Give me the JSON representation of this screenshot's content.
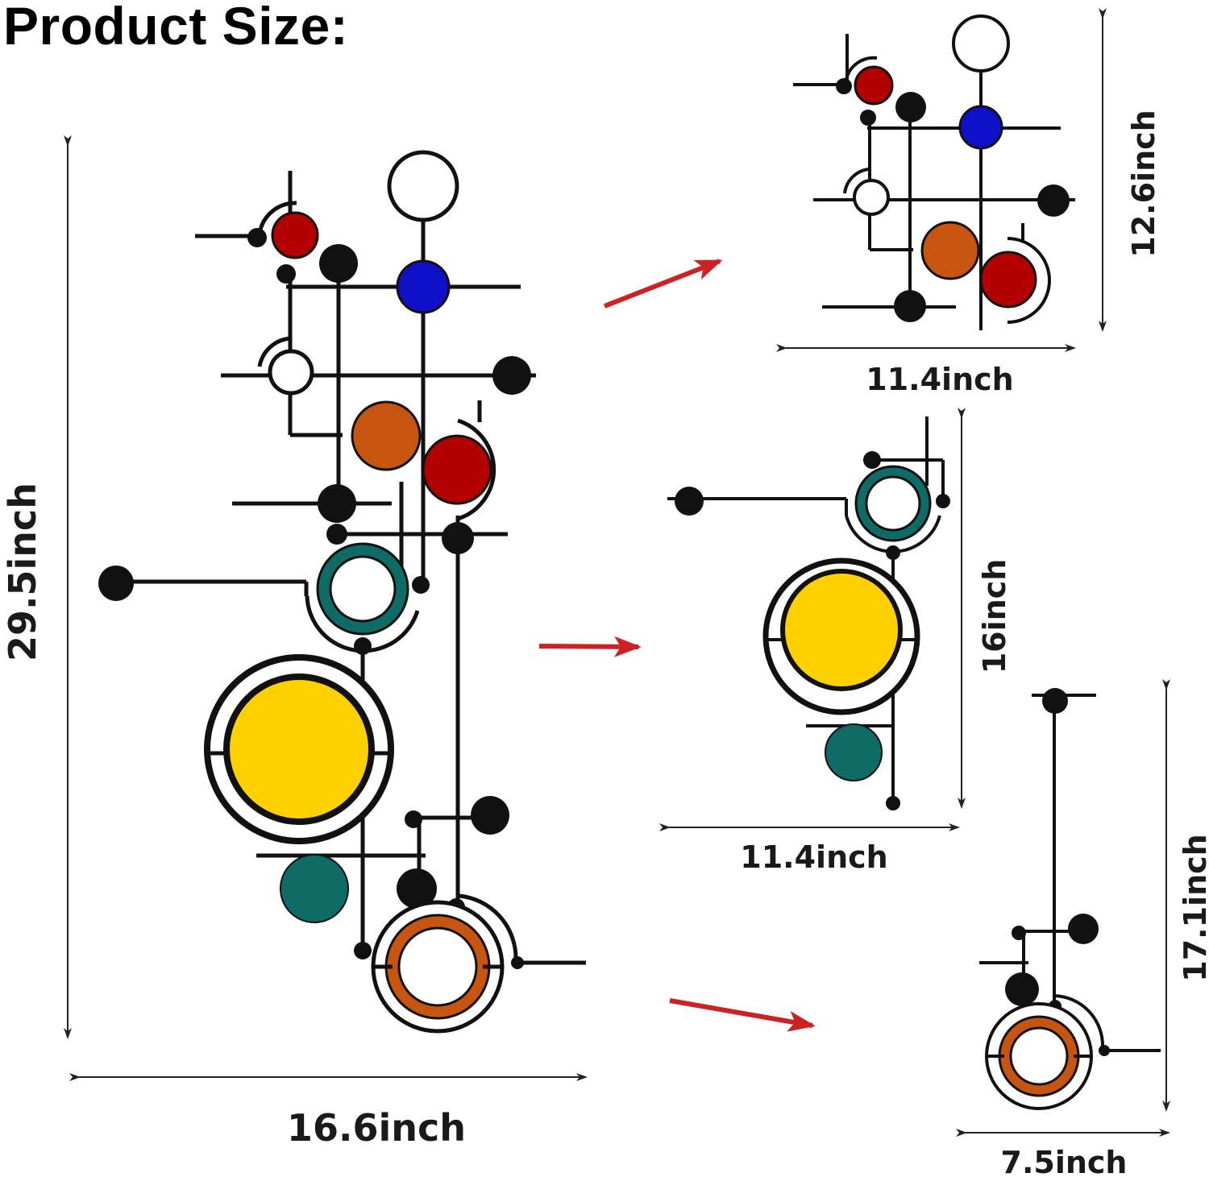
{
  "title": "Product Size:",
  "colors": {
    "red": "#b30000",
    "blue": "#1010c8",
    "orange": "#c7550f",
    "yellow": "#fdd000",
    "teal": "#0e6b66",
    "arrow": "#cc2222",
    "line": "#111111"
  },
  "pieces": {
    "full": {
      "width": "16.6inch",
      "height": "29.5inch"
    },
    "top": {
      "width": "11.4inch",
      "height": "12.6inch"
    },
    "middle": {
      "width": "11.4inch",
      "height": "16inch"
    },
    "bottom": {
      "width": "7.5inch",
      "height": "17.1inch"
    }
  }
}
